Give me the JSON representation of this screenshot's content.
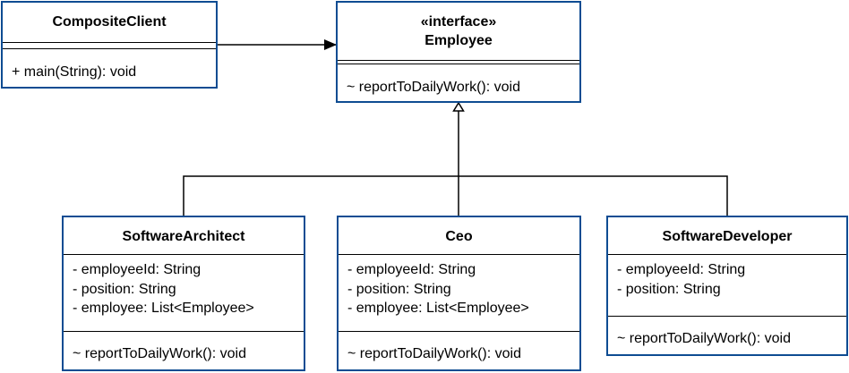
{
  "classes": {
    "composite_client": {
      "name": "CompositeClient",
      "methods": [
        "+ main(String): void"
      ]
    },
    "employee": {
      "stereotype": "«interface»",
      "name": "Employee",
      "methods": [
        "~ reportToDailyWork(): void"
      ]
    },
    "software_architect": {
      "name": "SoftwareArchitect",
      "attributes": [
        "- employeeId: String",
        "- position: String",
        "- employee: List<Employee>"
      ],
      "methods": [
        "~ reportToDailyWork(): void"
      ]
    },
    "ceo": {
      "name": "Ceo",
      "attributes": [
        "- employeeId: String",
        "- position: String",
        "- employee: List<Employee>"
      ],
      "methods": [
        "~ reportToDailyWork(): void"
      ]
    },
    "software_developer": {
      "name": "SoftwareDeveloper",
      "attributes": [
        "- employeeId: String",
        "- position: String"
      ],
      "methods": [
        "~ reportToDailyWork(): void"
      ]
    }
  },
  "colors": {
    "border": "#0e4c92",
    "line": "#000000",
    "background": "#ffffff"
  }
}
